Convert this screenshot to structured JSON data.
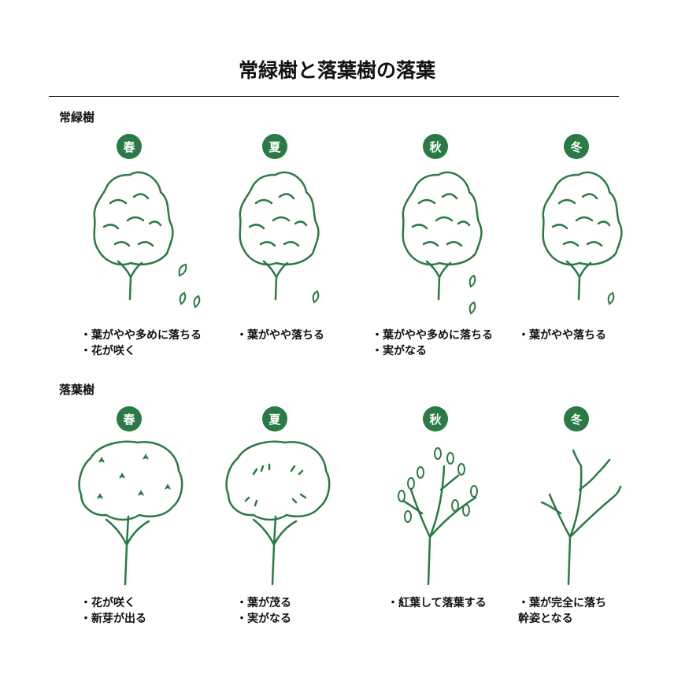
{
  "title": "常緑樹と落葉樹の落葉",
  "evergreen": {
    "label": "常緑樹",
    "seasons": [
      {
        "name": "春",
        "lines": [
          "・葉がやや多めに落ちる",
          "・花が咲く"
        ]
      },
      {
        "name": "夏",
        "lines": [
          "・葉がやや落ちる"
        ]
      },
      {
        "name": "秋",
        "lines": [
          "・葉がやや多めに落ちる",
          "・実がなる"
        ]
      },
      {
        "name": "冬",
        "lines": [
          "・葉がやや落ちる"
        ]
      }
    ]
  },
  "deciduous": {
    "label": "落葉樹",
    "seasons": [
      {
        "name": "春",
        "lines": [
          "・花が咲く",
          "・新芽が出る"
        ]
      },
      {
        "name": "夏",
        "lines": [
          "・葉が茂る",
          "・実がなる"
        ]
      },
      {
        "name": "秋",
        "lines": [
          "・紅葉して落葉する"
        ]
      },
      {
        "name": "冬",
        "lines": [
          "・葉が完全に落ち",
          "幹姿となる"
        ]
      }
    ]
  },
  "colors": {
    "accent": "#2a7a45",
    "line": "#2a7a45",
    "text": "#111111"
  }
}
